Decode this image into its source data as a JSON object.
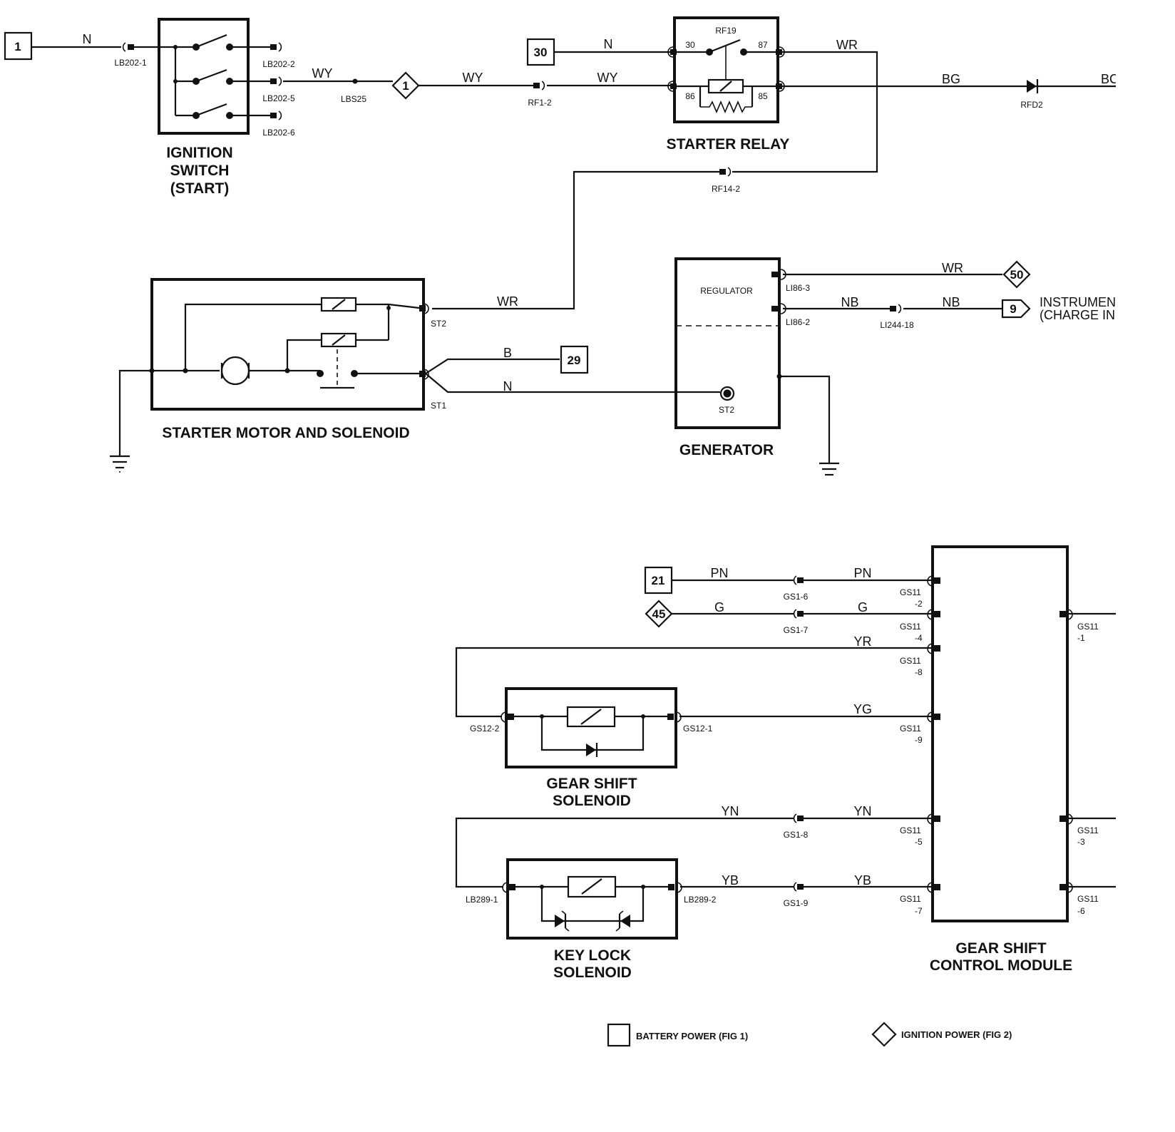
{
  "refs": {
    "batt_1": "1",
    "batt_30": "30",
    "batt_29": "29",
    "batt_21": "21",
    "ign_1": "1",
    "ign_50": "50",
    "ign_45": "45",
    "out_9": "9"
  },
  "components": {
    "ignition_switch": [
      "IGNITION",
      "SWITCH",
      "(START)"
    ],
    "starter_relay": "STARTER RELAY",
    "starter_motor": "STARTER MOTOR AND SOLENOID",
    "generator": "GENERATOR",
    "regulator": "REGULATOR",
    "gear_shift_solenoid": [
      "GEAR SHIFT",
      "SOLENOID"
    ],
    "key_lock_solenoid": [
      "KEY LOCK",
      "SOLENOID"
    ],
    "gear_shift_module": [
      "GEAR SHIFT",
      "CONTROL MODULE"
    ],
    "instrument": [
      "INSTRUMEN",
      "(CHARGE IN"
    ]
  },
  "wires": {
    "n1": "N",
    "wy1": "WY",
    "wy2": "WY",
    "wy3": "WY",
    "n30": "N",
    "wr_relay": "WR",
    "bg": "BG",
    "bg_cut": "BC",
    "wr_motor": "WR",
    "b29": "B",
    "n_gen": "N",
    "wr_gen": "WR",
    "nb1": "NB",
    "nb2": "NB",
    "pn1": "PN",
    "pn2": "PN",
    "g1": "G",
    "g2": "G",
    "yr": "YR",
    "yg": "YG",
    "yn1": "YN",
    "yn2": "YN",
    "yb1": "YB",
    "yb2": "YB"
  },
  "connectors": {
    "lb202_1": "LB202-1",
    "lb202_2": "LB202-2",
    "lb202_5": "LB202-5",
    "lb202_6": "LB202-6",
    "lbs25": "LBS25",
    "rf1_2": "RF1-2",
    "rf19": "RF19",
    "p30": "30",
    "p87": "87",
    "p86": "86",
    "p85": "85",
    "rfd2": "RFD2",
    "rf14_2": "RF14-2",
    "st2_motor": "ST2",
    "st1_motor": "ST1",
    "li86_3": "LI86-3",
    "li86_2": "LI86-2",
    "li244_18": "LI244-18",
    "st2_gen": "ST2",
    "gs1_6": "GS1-6",
    "gs1_7": "GS1-7",
    "gs1_8": "GS1-8",
    "gs1_9": "GS1-9",
    "gs11_2": [
      "GS11",
      "-2"
    ],
    "gs11_4": [
      "GS11",
      "-4"
    ],
    "gs11_8": [
      "GS11",
      "-8"
    ],
    "gs11_9": [
      "GS11",
      "-9"
    ],
    "gs11_5": [
      "GS11",
      "-5"
    ],
    "gs11_7": [
      "GS11",
      "-7"
    ],
    "gs11_1": [
      "GS11",
      "-1"
    ],
    "gs11_3": [
      "GS11",
      "-3"
    ],
    "gs11_6": [
      "GS11",
      "-6"
    ],
    "gs12_2": "GS12-2",
    "gs12_1": "GS12-1",
    "lb289_1": "LB289-1",
    "lb289_2": "LB289-2"
  },
  "legend": {
    "battery": "BATTERY POWER (FIG 1)",
    "ignition": "IGNITION POWER (FIG 2)"
  }
}
